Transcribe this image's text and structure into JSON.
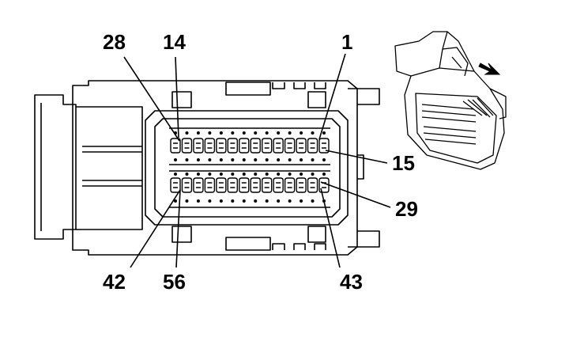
{
  "diagram": {
    "pin_labels": {
      "p28": "28",
      "p14": "14",
      "p1": "1",
      "p15": "15",
      "p29": "29",
      "p42": "42",
      "p56": "56",
      "p43": "43"
    },
    "rows": 2,
    "pins_per_row": 14,
    "line_color": "#000000",
    "background": "#ffffff"
  }
}
